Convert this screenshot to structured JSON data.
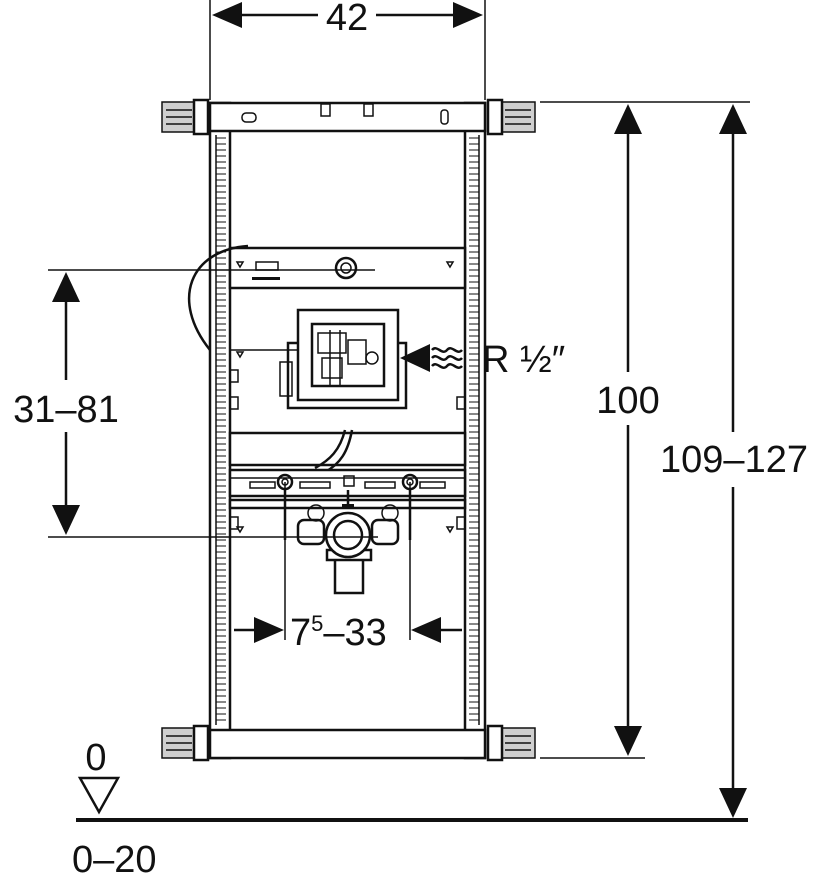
{
  "dimensions": {
    "width_top": "42",
    "height_frame": "100",
    "height_total": "109–127",
    "outlet_height": "31–81",
    "flush_spacing_main": "7",
    "flush_spacing_sup": "5",
    "flush_spacing_rest": "–33",
    "pipe_label": "R ½″",
    "floor_zero": "0",
    "floor_range": "0–20"
  }
}
